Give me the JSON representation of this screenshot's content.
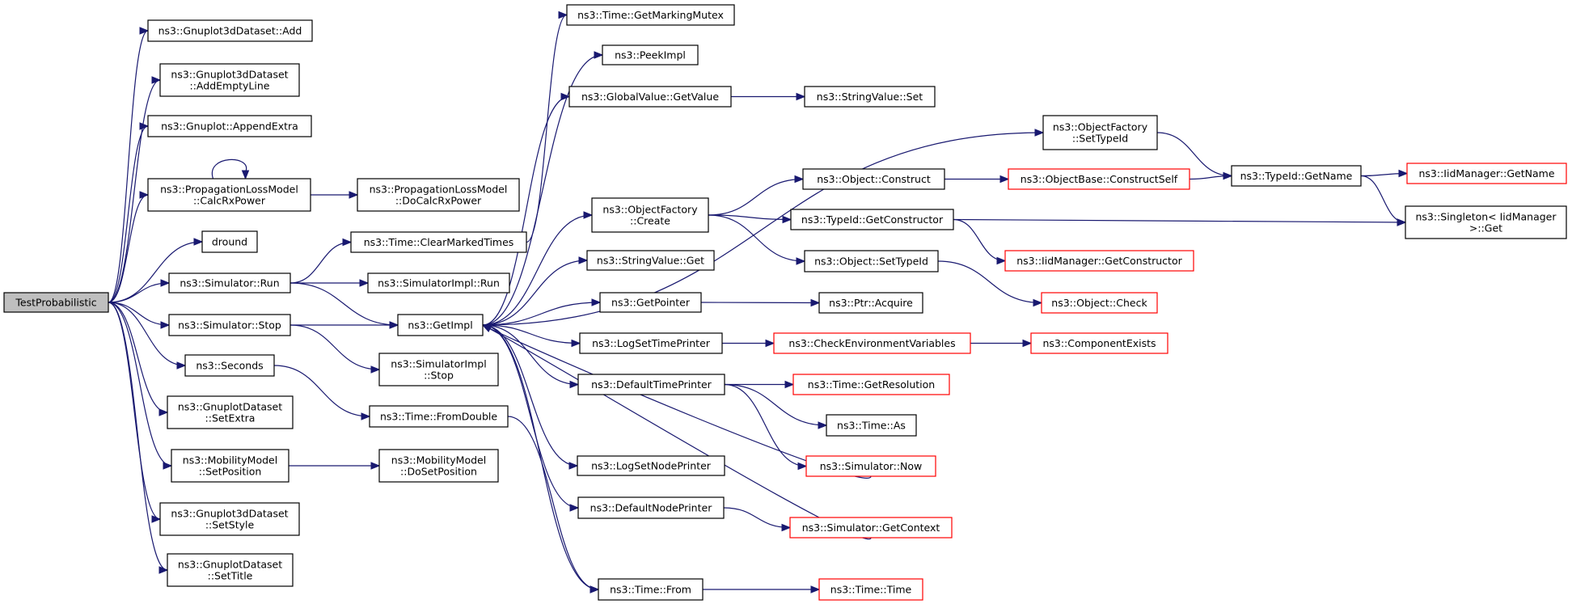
{
  "diagram_title": "",
  "colors": {
    "edge": "#191970",
    "node_border": "#000000",
    "node_border_truncated": "#ff0000",
    "root_fill": "#bfbfbf",
    "node_fill": "#ffffff",
    "background": "#ffffff"
  },
  "nodes": [
    {
      "id": "root",
      "lines": [
        "TestProbabilistic"
      ],
      "style": "root"
    },
    {
      "id": "g3dAdd",
      "lines": [
        "ns3::Gnuplot3dDataset::Add"
      ],
      "style": "normal"
    },
    {
      "id": "g3dAddEmpty",
      "lines": [
        "ns3::Gnuplot3dDataset",
        "::AddEmptyLine"
      ],
      "style": "normal"
    },
    {
      "id": "appendExtra",
      "lines": [
        "ns3::Gnuplot::AppendExtra"
      ],
      "style": "normal"
    },
    {
      "id": "calcRx",
      "lines": [
        "ns3::PropagationLossModel",
        "::CalcRxPower"
      ],
      "style": "normal"
    },
    {
      "id": "doCalcRx",
      "lines": [
        "ns3::PropagationLossModel",
        "::DoCalcRxPower"
      ],
      "style": "normal"
    },
    {
      "id": "dround",
      "lines": [
        "dround"
      ],
      "style": "normal"
    },
    {
      "id": "simRun",
      "lines": [
        "ns3::Simulator::Run"
      ],
      "style": "normal"
    },
    {
      "id": "simStop",
      "lines": [
        "ns3::Simulator::Stop"
      ],
      "style": "normal"
    },
    {
      "id": "seconds",
      "lines": [
        "ns3::Seconds"
      ],
      "style": "normal"
    },
    {
      "id": "gdSetExtra",
      "lines": [
        "ns3::GnuplotDataset",
        "::SetExtra"
      ],
      "style": "normal"
    },
    {
      "id": "mmSetPos",
      "lines": [
        "ns3::MobilityModel",
        "::SetPosition"
      ],
      "style": "normal"
    },
    {
      "id": "g3dSetStyle",
      "lines": [
        "ns3::Gnuplot3dDataset",
        "::SetStyle"
      ],
      "style": "normal"
    },
    {
      "id": "gdSetTitle",
      "lines": [
        "ns3::GnuplotDataset",
        "::SetTitle"
      ],
      "style": "normal"
    },
    {
      "id": "clearMarked",
      "lines": [
        "ns3::Time::ClearMarkedTimes"
      ],
      "style": "normal"
    },
    {
      "id": "simImplRun",
      "lines": [
        "ns3::SimulatorImpl::Run"
      ],
      "style": "normal"
    },
    {
      "id": "getImpl",
      "lines": [
        "ns3::GetImpl"
      ],
      "style": "normal"
    },
    {
      "id": "simImplStop",
      "lines": [
        "ns3::SimulatorImpl",
        "::Stop"
      ],
      "style": "normal"
    },
    {
      "id": "fromDouble",
      "lines": [
        "ns3::Time::FromDouble"
      ],
      "style": "normal"
    },
    {
      "id": "mmDoSetPos",
      "lines": [
        "ns3::MobilityModel",
        "::DoSetPosition"
      ],
      "style": "normal"
    },
    {
      "id": "markingMutex",
      "lines": [
        "ns3::Time::GetMarkingMutex"
      ],
      "style": "normal"
    },
    {
      "id": "peekImpl",
      "lines": [
        "ns3::PeekImpl"
      ],
      "style": "normal"
    },
    {
      "id": "gvGetValue",
      "lines": [
        "ns3::GlobalValue::GetValue"
      ],
      "style": "normal"
    },
    {
      "id": "ofCreate",
      "lines": [
        "ns3::ObjectFactory",
        "::Create"
      ],
      "style": "normal"
    },
    {
      "id": "svGet",
      "lines": [
        "ns3::StringValue::Get"
      ],
      "style": "normal"
    },
    {
      "id": "getPointer",
      "lines": [
        "ns3::GetPointer"
      ],
      "style": "normal"
    },
    {
      "id": "logSetTime",
      "lines": [
        "ns3::LogSetTimePrinter"
      ],
      "style": "normal"
    },
    {
      "id": "defTime",
      "lines": [
        "ns3::DefaultTimePrinter"
      ],
      "style": "normal"
    },
    {
      "id": "logSetNode",
      "lines": [
        "ns3::LogSetNodePrinter"
      ],
      "style": "normal"
    },
    {
      "id": "defNode",
      "lines": [
        "ns3::DefaultNodePrinter"
      ],
      "style": "normal"
    },
    {
      "id": "timeFrom",
      "lines": [
        "ns3::Time::From"
      ],
      "style": "normal"
    },
    {
      "id": "svSet",
      "lines": [
        "ns3::StringValue::Set"
      ],
      "style": "normal"
    },
    {
      "id": "objConstruct",
      "lines": [
        "ns3::Object::Construct"
      ],
      "style": "normal"
    },
    {
      "id": "tidGetCtor",
      "lines": [
        "ns3::TypeId::GetConstructor"
      ],
      "style": "normal"
    },
    {
      "id": "objSetTid",
      "lines": [
        "ns3::Object::SetTypeId"
      ],
      "style": "normal"
    },
    {
      "id": "ptrAcquire",
      "lines": [
        "ns3::Ptr::Acquire"
      ],
      "style": "normal"
    },
    {
      "id": "checkEnv",
      "lines": [
        "ns3::CheckEnvironmentVariables"
      ],
      "style": "truncated"
    },
    {
      "id": "getRes",
      "lines": [
        "ns3::Time::GetResolution"
      ],
      "style": "truncated"
    },
    {
      "id": "timeAs",
      "lines": [
        "ns3::Time::As"
      ],
      "style": "normal"
    },
    {
      "id": "simNow",
      "lines": [
        "ns3::Simulator::Now"
      ],
      "style": "truncated"
    },
    {
      "id": "simGetCtx",
      "lines": [
        "ns3::Simulator::GetContext"
      ],
      "style": "truncated"
    },
    {
      "id": "timeTime",
      "lines": [
        "ns3::Time::Time"
      ],
      "style": "truncated"
    },
    {
      "id": "ofSetTid",
      "lines": [
        "ns3::ObjectFactory",
        "::SetTypeId"
      ],
      "style": "normal"
    },
    {
      "id": "obConstructSelf",
      "lines": [
        "ns3::ObjectBase::ConstructSelf"
      ],
      "style": "truncated"
    },
    {
      "id": "iidGetCtor",
      "lines": [
        "ns3::IidManager::GetConstructor"
      ],
      "style": "truncated"
    },
    {
      "id": "objCheck",
      "lines": [
        "ns3::Object::Check"
      ],
      "style": "truncated"
    },
    {
      "id": "compExists",
      "lines": [
        "ns3::ComponentExists"
      ],
      "style": "truncated"
    },
    {
      "id": "tidGetName",
      "lines": [
        "ns3::TypeId::GetName"
      ],
      "style": "normal"
    },
    {
      "id": "iidGetName",
      "lines": [
        "ns3::IidManager::GetName"
      ],
      "style": "truncated"
    },
    {
      "id": "singletonGet",
      "lines": [
        "ns3::Singleton< IidManager",
        ">::Get"
      ],
      "style": "normal"
    }
  ],
  "edges": [
    [
      "root",
      "g3dAdd"
    ],
    [
      "root",
      "g3dAddEmpty"
    ],
    [
      "root",
      "appendExtra"
    ],
    [
      "root",
      "calcRx"
    ],
    [
      "root",
      "dround"
    ],
    [
      "root",
      "simRun"
    ],
    [
      "root",
      "simStop"
    ],
    [
      "root",
      "seconds"
    ],
    [
      "root",
      "gdSetExtra"
    ],
    [
      "root",
      "mmSetPos"
    ],
    [
      "root",
      "g3dSetStyle"
    ],
    [
      "root",
      "gdSetTitle"
    ],
    [
      "calcRx",
      "calcRx"
    ],
    [
      "calcRx",
      "doCalcRx"
    ],
    [
      "simRun",
      "clearMarked"
    ],
    [
      "simRun",
      "simImplRun"
    ],
    [
      "simRun",
      "getImpl"
    ],
    [
      "simStop",
      "getImpl"
    ],
    [
      "simStop",
      "simImplStop"
    ],
    [
      "seconds",
      "fromDouble"
    ],
    [
      "mmSetPos",
      "mmDoSetPos"
    ],
    [
      "clearMarked",
      "markingMutex"
    ],
    [
      "getImpl",
      "peekImpl"
    ],
    [
      "getImpl",
      "gvGetValue"
    ],
    [
      "getImpl",
      "ofSetTid"
    ],
    [
      "getImpl",
      "ofCreate"
    ],
    [
      "getImpl",
      "svGet"
    ],
    [
      "getImpl",
      "getPointer"
    ],
    [
      "getImpl",
      "logSetTime"
    ],
    [
      "getImpl",
      "defTime"
    ],
    [
      "getImpl",
      "logSetNode"
    ],
    [
      "getImpl",
      "defNode"
    ],
    [
      "getImpl",
      "timeFrom"
    ],
    [
      "simNow",
      "getImpl"
    ],
    [
      "simGetCtx",
      "getImpl"
    ],
    [
      "fromDouble",
      "timeFrom"
    ],
    [
      "gvGetValue",
      "svSet"
    ],
    [
      "ofCreate",
      "objConstruct"
    ],
    [
      "ofCreate",
      "tidGetCtor"
    ],
    [
      "ofCreate",
      "objSetTid"
    ],
    [
      "getPointer",
      "ptrAcquire"
    ],
    [
      "logSetTime",
      "checkEnv"
    ],
    [
      "defTime",
      "getRes"
    ],
    [
      "defTime",
      "timeAs"
    ],
    [
      "defTime",
      "simNow"
    ],
    [
      "defNode",
      "simGetCtx"
    ],
    [
      "timeFrom",
      "timeTime"
    ],
    [
      "objConstruct",
      "obConstructSelf"
    ],
    [
      "tidGetCtor",
      "iidGetCtor"
    ],
    [
      "tidGetCtor",
      "singletonGet"
    ],
    [
      "objSetTid",
      "objCheck"
    ],
    [
      "checkEnv",
      "compExists"
    ],
    [
      "obConstructSelf",
      "tidGetName"
    ],
    [
      "ofSetTid",
      "tidGetName"
    ],
    [
      "tidGetName",
      "iidGetName"
    ],
    [
      "tidGetName",
      "singletonGet"
    ]
  ]
}
